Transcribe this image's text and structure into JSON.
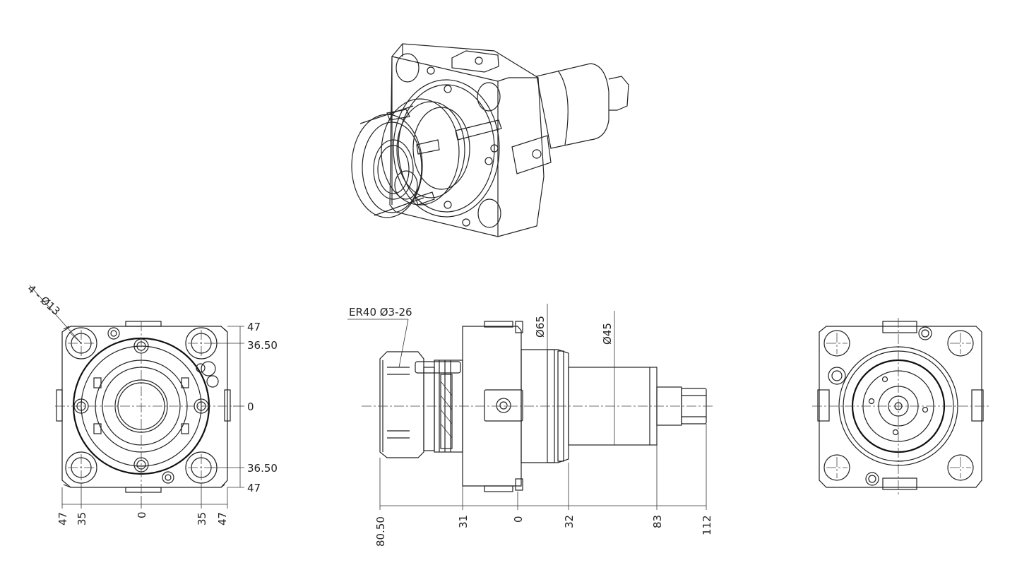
{
  "views": {
    "iso": {
      "label": ""
    },
    "front": {
      "callout": "4 - Ø13",
      "dims_right": [
        "47",
        "36.50",
        "0",
        "36.50",
        "47"
      ],
      "dims_bottom": [
        "47",
        "35",
        "0",
        "35",
        "47"
      ]
    },
    "side": {
      "collet_label": "ER40 Ø3-26",
      "dia_large": "Ø65",
      "dia_small": "Ø45",
      "dims_bottom": [
        "80.50",
        "31",
        "0",
        "32",
        "83",
        "112"
      ]
    },
    "rear": {
      "label": ""
    }
  }
}
